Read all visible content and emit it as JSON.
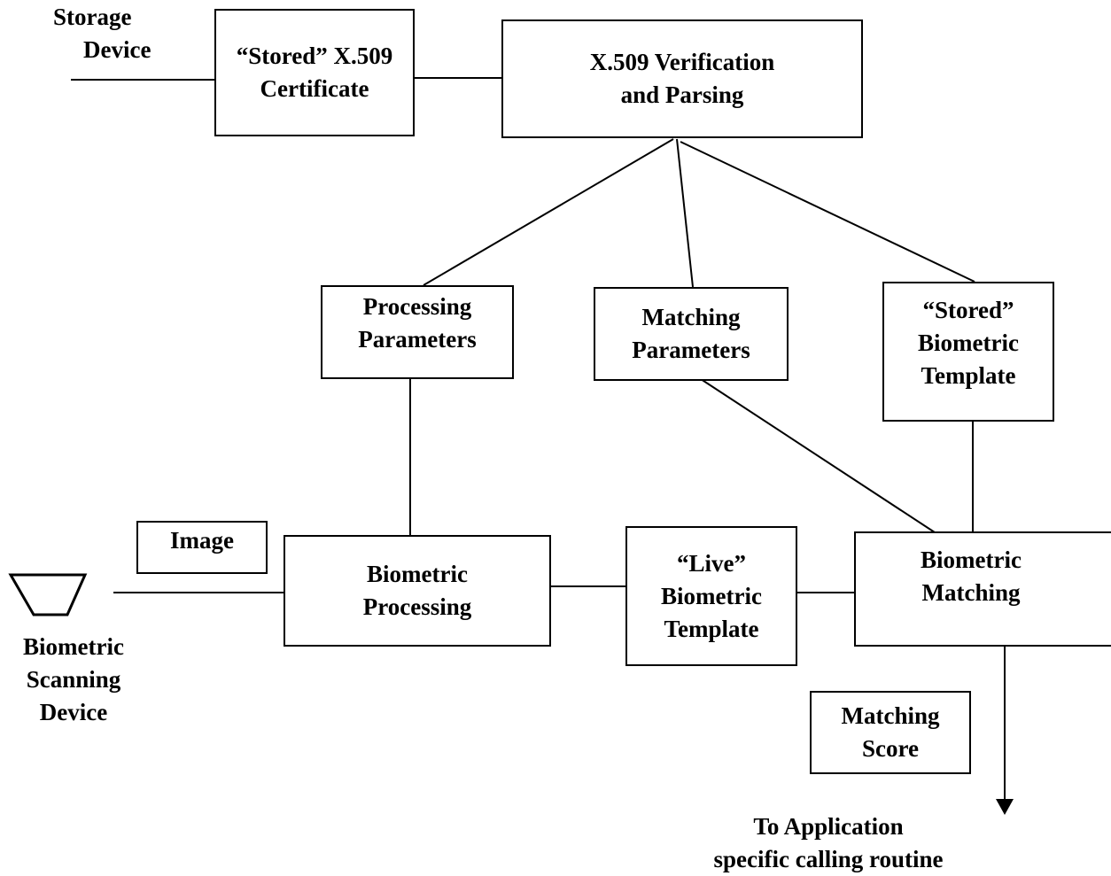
{
  "labels": {
    "storage_device": [
      "Storage",
      "Device"
    ],
    "scanning_device": [
      "Biometric",
      "Scanning",
      "Device"
    ],
    "to_application": [
      "To Application",
      "specific calling routine"
    ]
  },
  "boxes": {
    "stored_cert": [
      "“Stored” X.509",
      "Certificate"
    ],
    "verification": [
      "X.509 Verification",
      "and Parsing"
    ],
    "processing_params": [
      "Processing",
      "Parameters"
    ],
    "matching_params": [
      "Matching",
      "Parameters"
    ],
    "stored_template": [
      "“Stored”",
      "Biometric",
      "Template"
    ],
    "image": [
      "Image"
    ],
    "bio_processing": [
      "Biometric",
      "Processing"
    ],
    "live_template": [
      "“Live”",
      "Biometric",
      "Template"
    ],
    "bio_matching": [
      "Biometric",
      "Matching"
    ],
    "matching_score": [
      "Matching",
      "Score"
    ]
  }
}
